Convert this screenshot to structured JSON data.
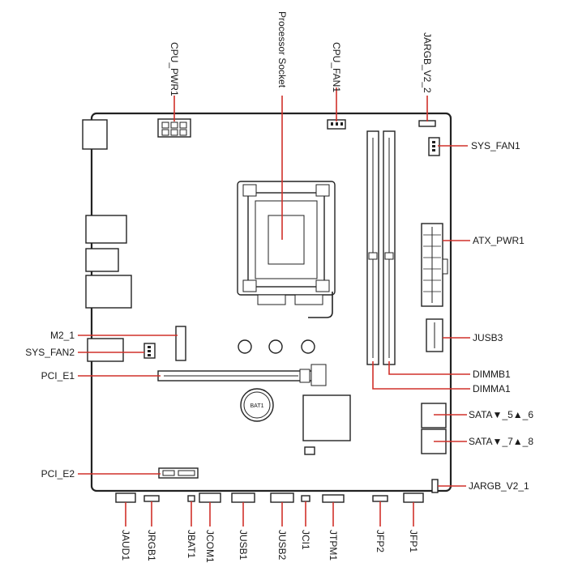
{
  "labels": {
    "top": {
      "cpu_pwr1": "CPU_PWR1",
      "processor_socket": "Processor Socket",
      "cpu_fan1": "CPU_FAN1",
      "jargb_v2_2": "JARGB_V2_2"
    },
    "right": {
      "sys_fan1": "SYS_FAN1",
      "atx_pwr1": "ATX_PWR1",
      "jusb3": "JUSB3",
      "dimmb1": "DIMMB1",
      "dimma1": "DIMMA1",
      "sata_5_6": "SATA▼_5▲_6",
      "sata_7_8": "SATA▼_7▲_8",
      "jargb_v2_1": "JARGB_V2_1"
    },
    "left": {
      "m2_1": "M2_1",
      "sys_fan2": "SYS_FAN2",
      "pci_e1": "PCI_E1",
      "pci_e2": "PCI_E2"
    },
    "bottom": {
      "jaud1": "JAUD1",
      "jrgb1": "JRGB1",
      "jbat1": "JBAT1",
      "jcom1": "JCOM1",
      "jusb1": "JUSB1",
      "jusb2": "JUSB2",
      "jci1": "JCI1",
      "jtpm1": "JTPM1",
      "jfp2": "JFP2",
      "jfp1": "JFP1"
    },
    "silkscreen": {
      "bat1": "BAT1"
    }
  },
  "colors": {
    "leader": "#d0302a",
    "outline": "#222222"
  }
}
